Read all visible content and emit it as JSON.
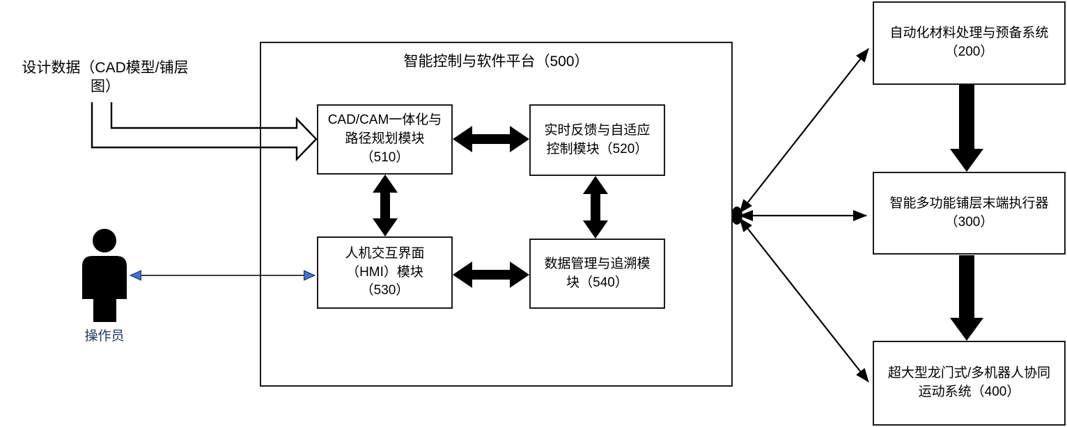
{
  "diagram": {
    "design_data_label": "设计数据（CAD模型/铺层\n图）",
    "operator_label": "操作员",
    "platform": {
      "title": "智能控制与软件平台（500）",
      "modules": {
        "cadcam": "CAD/CAM一体化与\n路径规划模块\n（510）",
        "feedback": "实时反馈与自适应\n控制模块（520）",
        "hmi": "人机交互界面\n（HMI）模块\n（530）",
        "data_mgmt": "数据管理与追溯模\n块（540）"
      }
    },
    "systems": {
      "material": "自动化材料处理与预备系统\n（200）",
      "end_effector": "智能多功能铺层末端执行器\n（300）",
      "gantry": "超大型龙门式/多机器人协同\n运动系统（400）"
    },
    "colors": {
      "line_black": "#000000",
      "accent_blue": "#4472C4",
      "operator_text": "#203A5C"
    }
  }
}
